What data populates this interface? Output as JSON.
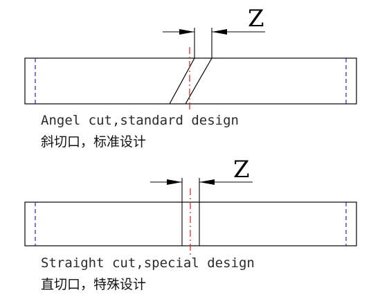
{
  "diagrams": [
    {
      "dimension_label": "Z",
      "caption_en": "Angel cut,standard design",
      "caption_zh": "斜切口，标准设计"
    },
    {
      "dimension_label": "Z",
      "caption_en": "Straight cut,special design",
      "caption_zh": "直切口，特殊设计"
    }
  ],
  "colors": {
    "outline": "#000000",
    "edge_dashed_line": "#2020c8",
    "center_dashed_line": "#d02020"
  }
}
